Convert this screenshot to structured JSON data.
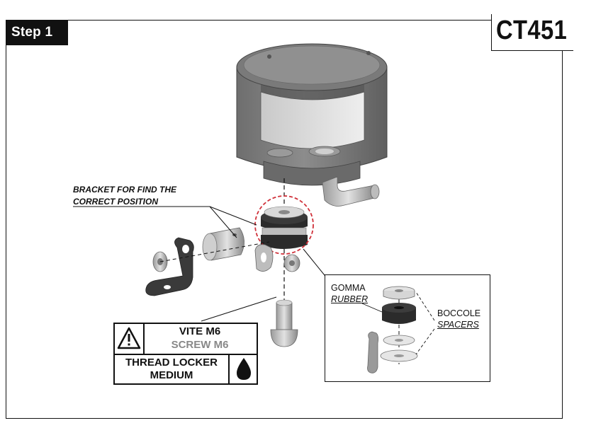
{
  "step": {
    "label": "Step 1"
  },
  "product_code": "CT451",
  "callout_bracket": {
    "line1": "BRACKET FOR FIND THE",
    "line2": "CORRECT POSITION"
  },
  "warning": {
    "line1": "VITE M6",
    "line2": "SCREW M6",
    "line3": "THREAD LOCKER",
    "line4": "MEDIUM"
  },
  "inset": {
    "rubber_it": "GOMMA",
    "rubber_en": "RUBBER",
    "spacers_it": "BOCCOLE",
    "spacers_en": "SPACERS"
  },
  "icons": [
    "warning-triangle-icon",
    "drop-icon"
  ],
  "colors": {
    "ink": "#111111",
    "part_grey": "#8a8a8a",
    "highlight_red": "#d0313a"
  }
}
